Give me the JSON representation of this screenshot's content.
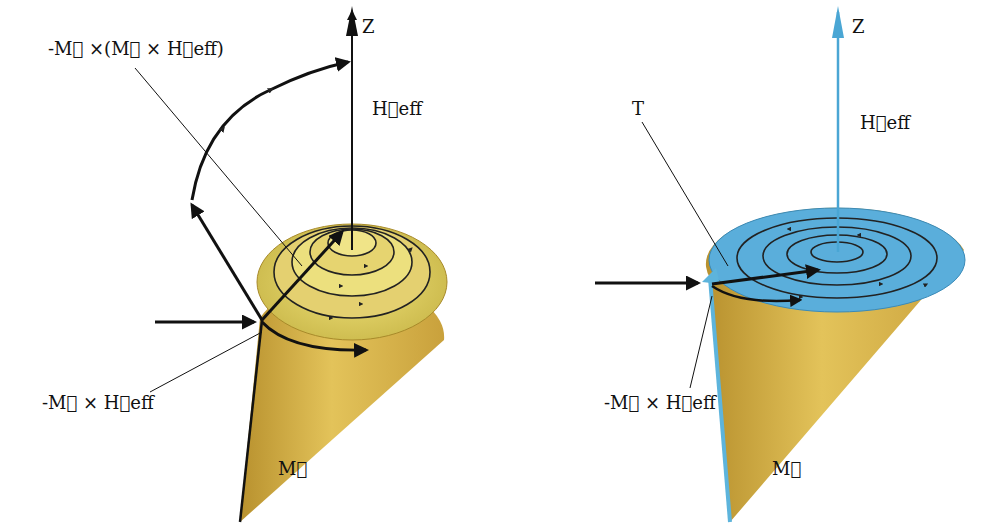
{
  "diagram": {
    "labels": [
      "-M⃗ ×(M⃗ × H⃗eff)",
      "Z",
      "H⃗eff",
      "-M⃗ × H⃗eff",
      "M⃗",
      "T",
      "Z",
      "H⃗eff",
      "-M⃗ × H⃗eff",
      "M⃗"
    ]
  }
}
